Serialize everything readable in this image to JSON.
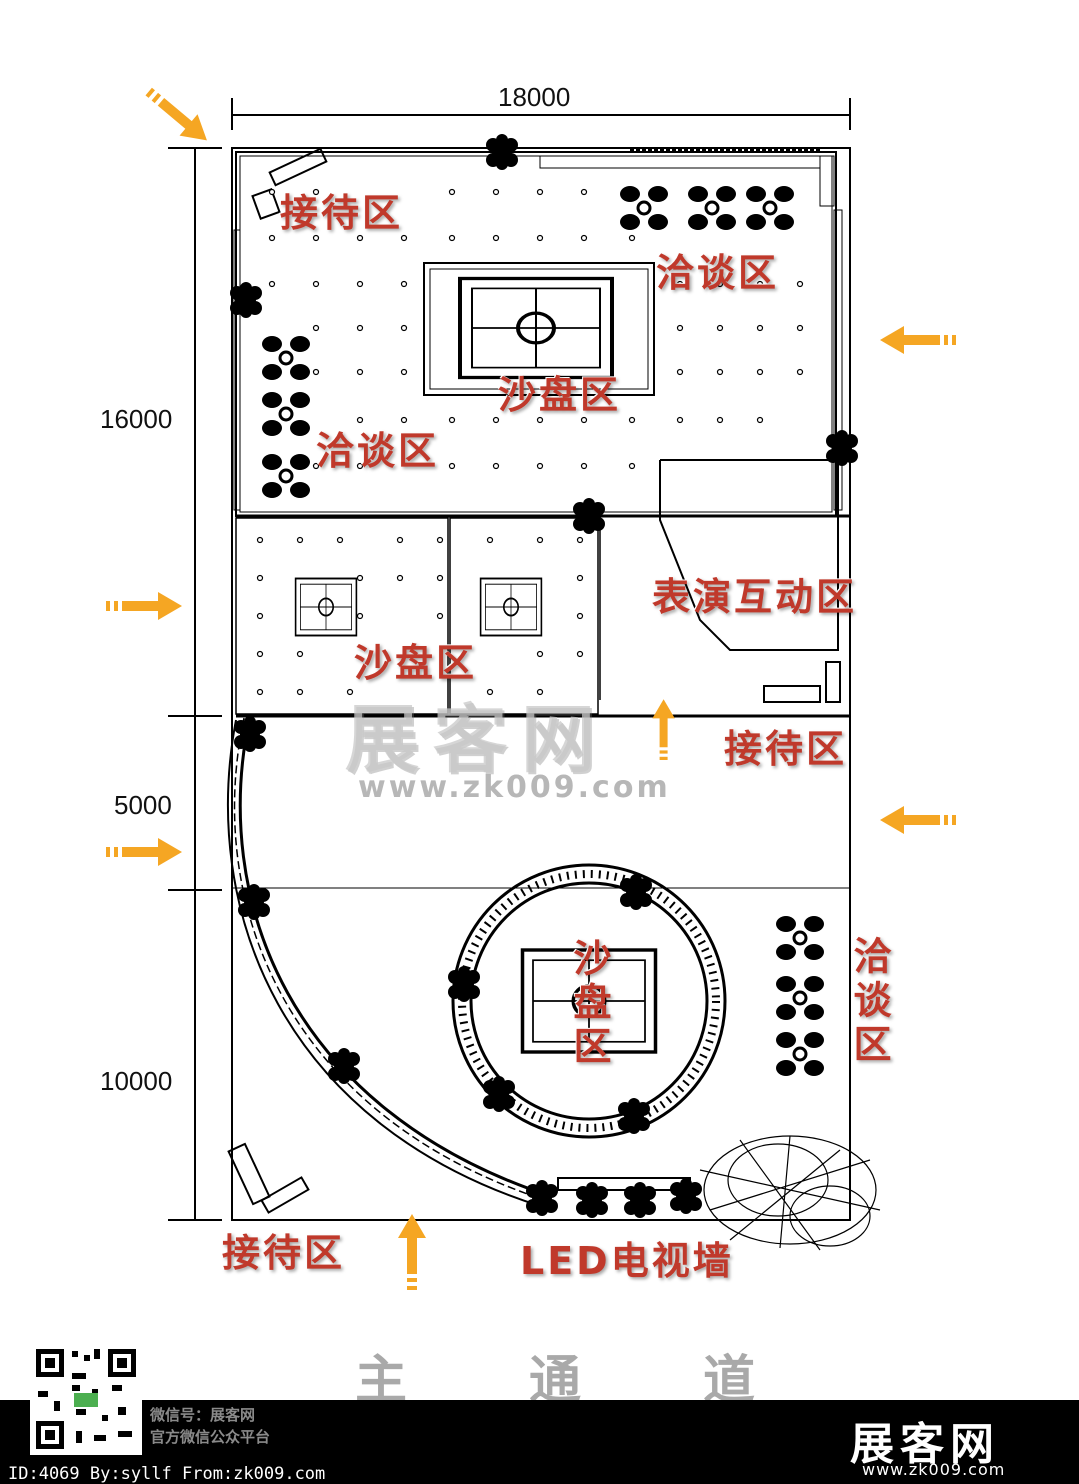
{
  "dimensions": {
    "width_label": "18000",
    "depth_labels": [
      "16000",
      "5000",
      "10000"
    ]
  },
  "zones": {
    "reception_top": "接待区",
    "negotiation_top_right": "洽谈区",
    "sandtable_center": "沙盘区",
    "negotiation_left": "洽谈区",
    "performance": "表演互动区",
    "sandtable_middle": "沙盘区",
    "reception_middle": "接待区",
    "sandtable_round": "沙盘区",
    "negotiation_bottom_right": "洽谈区",
    "reception_bottom": "接待区",
    "led_wall": "LED电视墙"
  },
  "aisle": {
    "chars": [
      "主",
      "通",
      "道"
    ]
  },
  "watermark": {
    "logo": "展客网",
    "url": "www.zk009.com"
  },
  "footer": {
    "wechat_id": "微信号：展客网",
    "wechat_platform": "官方微信公众平台",
    "logo": "展客网",
    "url": "www.zk009.com",
    "id_line": "ID:4069 By:syllf From:zk009.com"
  },
  "colors": {
    "arrow": "#f5a623",
    "label": "#c0392b",
    "footer_bg": "#000000"
  },
  "icons": [
    "entry-arrow-icon",
    "qr-code-icon",
    "plant-icon",
    "chair-cluster-icon"
  ]
}
